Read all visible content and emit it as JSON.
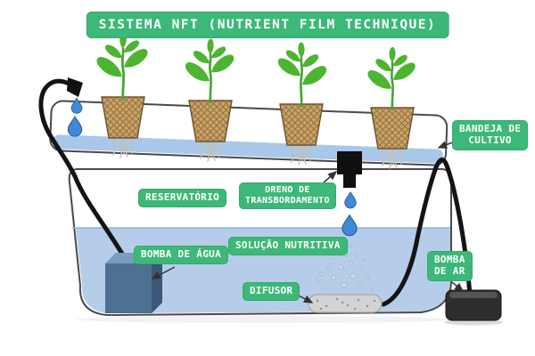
{
  "title": "SISTEMA NFT (NUTRIENT FILM TECHNIQUE)",
  "labels": {
    "bandeja": "BANDEJA DE\nCULTIVO",
    "reservatorio": "RESERVATÓRIO",
    "dreno": "DRENO DE\nTRANSBORDAMENTO",
    "bomba_agua": "BOMBA DE ÁGUA",
    "solucao": "SOLUÇÃO NUTRITIVA",
    "difusor": "DIFUSOR",
    "bomba_ar": "BOMBA\nDE AR"
  },
  "colors": {
    "accent_green": "#3cb878",
    "water_blue": "#b6cdea",
    "film_blue": "#a9c7e8",
    "drop_blue": "#4189d4",
    "pot_tan": "#c9a36a",
    "pot_line": "#97713d",
    "leaf_green": "#4cb431",
    "stem_green": "#44a52f",
    "tube_black": "#141414",
    "pump_front": "#4d7093",
    "pump_top": "#7b9cbc",
    "pump_side": "#3b5878",
    "air_pump_gray": "#2e2e2e",
    "diffuser_gray": "#d3d3d3",
    "outline_gray": "#4a4a4a",
    "root_beige": "#c6bfae"
  }
}
